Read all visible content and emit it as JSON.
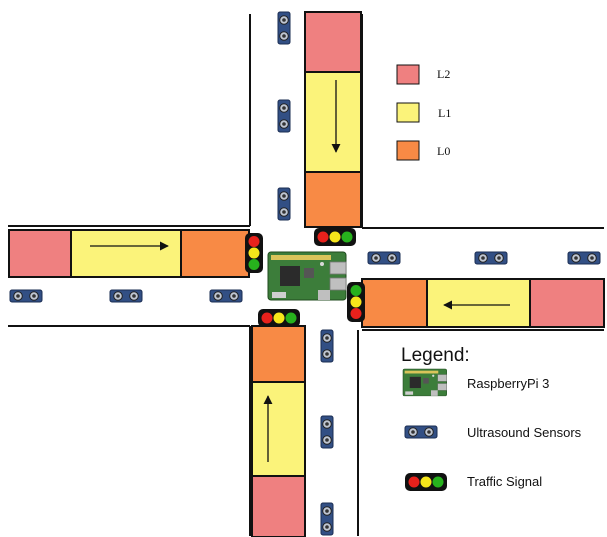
{
  "levels": [
    {
      "name": "L2",
      "color": "#ef8080"
    },
    {
      "name": "L1",
      "color": "#fbf37a"
    },
    {
      "name": "L0",
      "color": "#f88a45"
    }
  ],
  "legend": {
    "title": "Legend:",
    "items": [
      {
        "label": "RaspberryPi 3",
        "icon": "raspberry-pi-icon"
      },
      {
        "label": "Ultrasound Sensors",
        "icon": "ultrasound-sensor-icon"
      },
      {
        "label": "Traffic Signal",
        "icon": "traffic-signal-icon"
      }
    ]
  },
  "colors": {
    "road_edge": "#111111",
    "lane_divider": "#111111",
    "signal_red": "#e8211c",
    "signal_yellow": "#f6e61b",
    "signal_green": "#27b21d",
    "signal_body": "#111111",
    "sensor_body": "#324f84",
    "board": "#3c7d3a"
  },
  "icons": {
    "board": "raspberry-pi-icon",
    "sensor": "ultrasound-sensor-icon",
    "signal": "traffic-signal-icon",
    "arrow": "lane-direction-arrow"
  }
}
